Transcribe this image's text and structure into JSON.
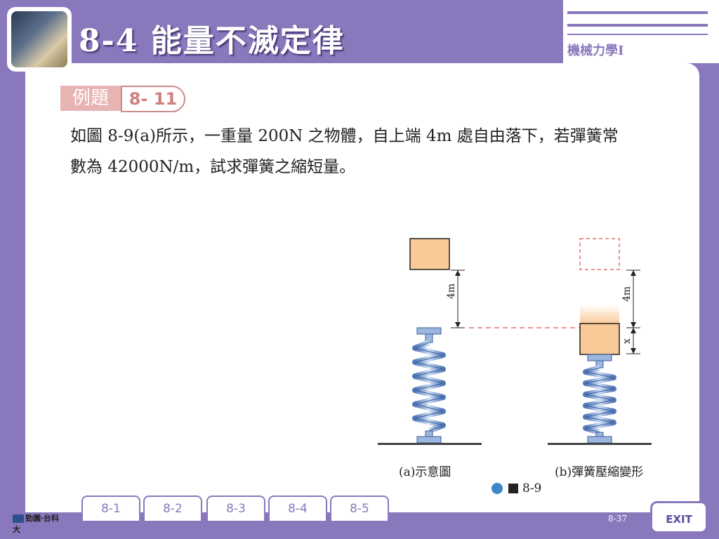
{
  "header": {
    "title": "8-4  能量不滅定律",
    "subject": "機械力學I"
  },
  "example": {
    "label": "例題",
    "number": "8- 11"
  },
  "problem": {
    "line1": "如圖 8-9(a)所示，一重量 200N 之物體，自上端 4m 處自由落下，若彈簧常",
    "line2": "數為 42000N/m，試求彈簧之縮短量。"
  },
  "figure": {
    "caption_a": "(a)示意圖",
    "caption_b": "(b)彈簧壓縮變形",
    "height_label": "4m",
    "height_label_b": "4m",
    "compression_label": "x",
    "figure_label": "8-9"
  },
  "nav": {
    "tabs": [
      "8-1",
      "8-2",
      "8-3",
      "8-4",
      "8-5"
    ]
  },
  "footer": {
    "brand": "勁園‧台科大",
    "page": "8-37",
    "exit_label": "EXIT"
  },
  "colors": {
    "frame": "#8a78bd",
    "block": "#f9c997",
    "spring": "#7b9fd6",
    "dash": "#e07070"
  }
}
